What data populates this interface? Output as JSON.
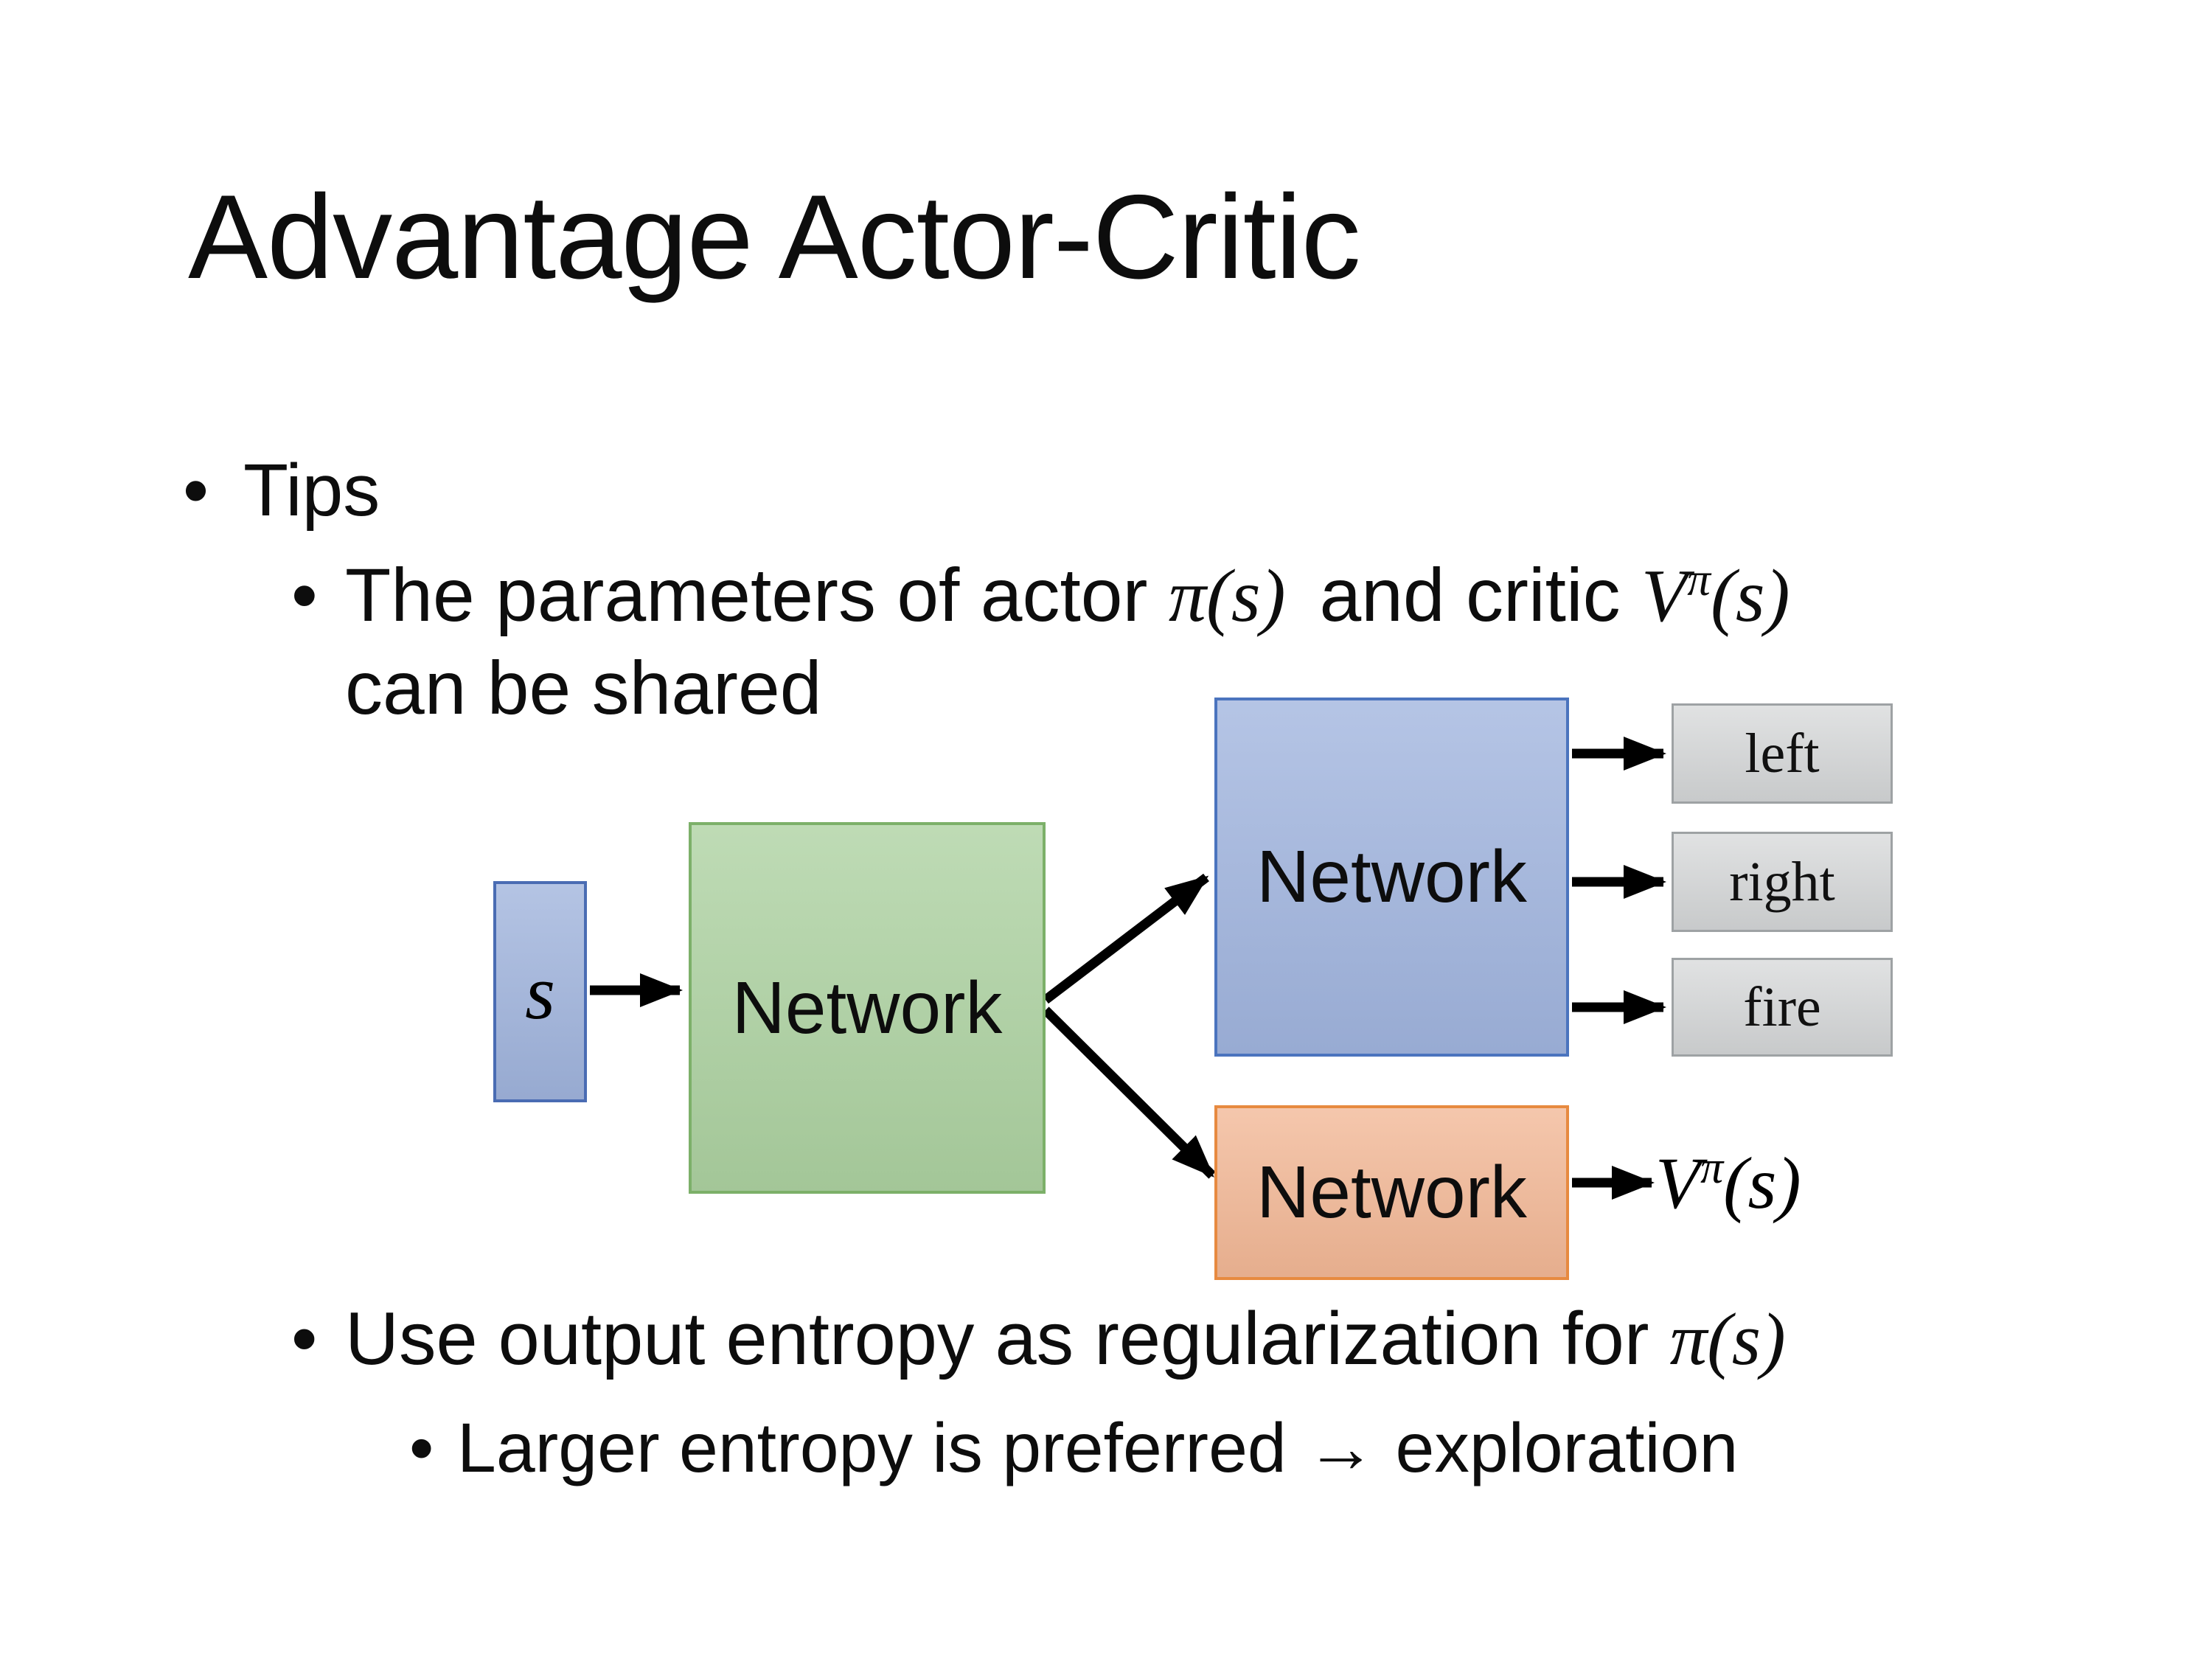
{
  "slide": {
    "title": "Advantage Actor-Critic",
    "bullet_char": "•",
    "bullets": {
      "tips": "Tips",
      "b1_pre": "The parameters of actor ",
      "b1_math1": "π(s)",
      "b1_mid": "and critic ",
      "b1_v_base": "V",
      "b1_v_sup": "π",
      "b1_v_args": "(s)",
      "b1_line2": "can be shared",
      "b2_pre": "Use output entropy as regularization for ",
      "b2_math": "π(s)",
      "b3": "Larger entropy is preferred → exploration"
    }
  },
  "diagram": {
    "state_label": "s",
    "shared_network_label": "Network",
    "actor_network_label": "Network",
    "critic_network_label": "Network",
    "actions": [
      "left",
      "right",
      "fire"
    ],
    "value": {
      "base": "V",
      "sup": "π",
      "args": "(s)"
    },
    "colors": {
      "state_fill": "#9FB3DC",
      "state_border": "#4A6CB3",
      "shared_fill": "#ACD1A0",
      "shared_border": "#7CB069",
      "actor_fill": "#A0B4DE",
      "actor_border": "#4B74BE",
      "critic_fill": "#F2B795",
      "critic_border": "#E78A40",
      "action_fill": "#D0D2D3",
      "action_border": "#9EA2A4",
      "arrow": "#000000"
    }
  }
}
